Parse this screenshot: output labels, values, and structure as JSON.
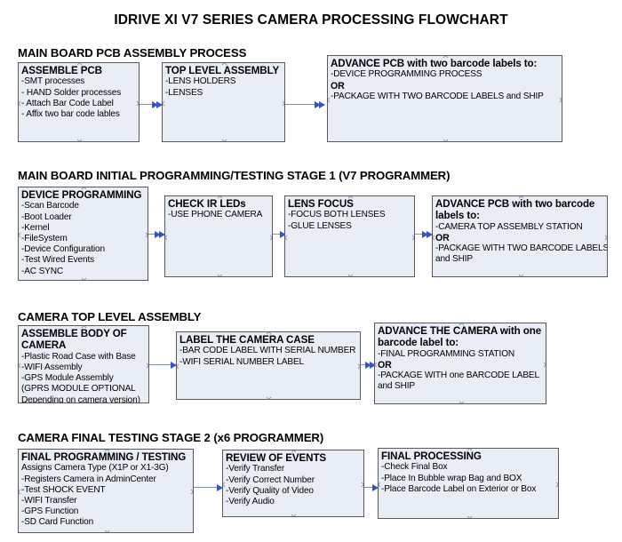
{
  "document": {
    "title": "IDRIVE XI V7 SERIES CAMERA PROCESSING FLOWCHART",
    "background_color": "#ffffff",
    "box_fill_color": "#e9eef6",
    "box_border_color": "#595959",
    "connector_color": "#7f90ad",
    "arrowhead_color": "#3355c4"
  },
  "sections": [
    {
      "heading": "MAIN BOARD PCB ASSEMBLY PROCESS",
      "boxes": [
        {
          "title": "ASSEMBLE PCB",
          "lines": [
            {
              "text": "-SMT processes",
              "bold": false
            },
            {
              "text": "- HAND Solder processes",
              "bold": false
            },
            {
              "text": "- Attach Bar Code Label",
              "bold": false
            },
            {
              "text": "- Affix two bar code lables",
              "bold": false
            }
          ]
        },
        {
          "title": "TOP LEVEL ASSEMBLY",
          "lines": [
            {
              "text": "-LENS HOLDERS",
              "bold": false
            },
            {
              "text": "-LENSES",
              "bold": false
            }
          ]
        },
        {
          "title": "ADVANCE PCB with two barcode labels to:",
          "lines": [
            {
              "text": "-DEVICE PROGRAMMING PROCESS",
              "bold": false
            },
            {
              "text": "OR",
              "bold": true
            },
            {
              "text": "-PACKAGE WITH TWO BARCODE LABELS and SHIP",
              "bold": false
            }
          ]
        }
      ]
    },
    {
      "heading": "MAIN BOARD INITIAL PROGRAMMING/TESTING STAGE 1 (V7 PROGRAMMER)",
      "boxes": [
        {
          "title": "DEVICE PROGRAMMING",
          "lines": [
            {
              "text": "-Scan Barcode",
              "bold": false
            },
            {
              "text": "-Boot Loader",
              "bold": false
            },
            {
              "text": "-Kernel",
              "bold": false
            },
            {
              "text": "-FileSystem",
              "bold": false
            },
            {
              "text": "-Device Configuration",
              "bold": false
            },
            {
              "text": "-Test Wired Events",
              "bold": false
            },
            {
              "text": "-AC SYNC",
              "bold": false
            }
          ]
        },
        {
          "title": "CHECK IR LEDs",
          "lines": [
            {
              "text": "-USE PHONE CAMERA",
              "bold": false
            }
          ]
        },
        {
          "title": "LENS FOCUS",
          "lines": [
            {
              "text": "-FOCUS BOTH LENSES",
              "bold": false
            },
            {
              "text": "-GLUE LENSES",
              "bold": false
            }
          ]
        },
        {
          "title": "ADVANCE PCB with two barcode\nlabels to:",
          "lines": [
            {
              "text": "-CAMERA TOP ASSEMBLY STATION",
              "bold": false
            },
            {
              "text": "OR",
              "bold": true
            },
            {
              "text": "-PACKAGE WITH TWO BARCODE LABELS",
              "bold": false
            },
            {
              "text": "and SHIP",
              "bold": false
            }
          ]
        }
      ]
    },
    {
      "heading": "CAMERA TOP LEVEL ASSEMBLY",
      "boxes": [
        {
          "title": "ASSEMBLE BODY OF\nCAMERA",
          "lines": [
            {
              "text": "-Plastic Road Case with Base",
              "bold": false
            },
            {
              "text": "-WIFI Assembly",
              "bold": false
            },
            {
              "text": "-GPS Module Assembly",
              "bold": false
            },
            {
              "text": "(GPRS MODULE OPTIONAL",
              "bold": false
            },
            {
              "text": "Depending on camera version)",
              "bold": false
            }
          ]
        },
        {
          "title": "LABEL THE CAMERA CASE",
          "lines": [
            {
              "text": "-BAR CODE LABEL WITH SERIAL NUMBER",
              "bold": false
            },
            {
              "text": "-WIFI SERIAL NUMBER LABEL",
              "bold": false
            }
          ]
        },
        {
          "title": "ADVANCE THE CAMERA with one\nbarcode label to:",
          "lines": [
            {
              "text": "-FINAL PROGRAMMING STATION",
              "bold": false
            },
            {
              "text": "OR",
              "bold": true
            },
            {
              "text": "-PACKAGE WITH one BARCODE LABEL",
              "bold": false
            },
            {
              "text": "and SHIP",
              "bold": false
            }
          ]
        }
      ]
    },
    {
      "heading": "CAMERA FINAL TESTING STAGE 2 (x6 PROGRAMMER)",
      "boxes": [
        {
          "title": "FINAL PROGRAMMING / TESTING",
          "lines": [
            {
              "text": "Assigns Camera Type (X1P or X1-3G)",
              "bold": false
            },
            {
              "text": "-Registers Camera in AdminCenter",
              "bold": false
            },
            {
              "text": "-Test SHOCK EVENT",
              "bold": false
            },
            {
              "text": "-WIFI Transfer",
              "bold": false
            },
            {
              "text": "-GPS Function",
              "bold": false
            },
            {
              "text": "-SD Card Function",
              "bold": false
            }
          ]
        },
        {
          "title": "REVIEW OF EVENTS",
          "lines": [
            {
              "text": "-Verify Transfer",
              "bold": false
            },
            {
              "text": "-Verify Correct Number",
              "bold": false
            },
            {
              "text": "-Verify Quality of Video",
              "bold": false
            },
            {
              "text": "-Verify Audio",
              "bold": false
            }
          ]
        },
        {
          "title": "FINAL PROCESSING",
          "lines": [
            {
              "text": " -Check Final Box",
              "bold": false
            },
            {
              "text": "-Place In Bubble wrap Bag and BOX",
              "bold": false
            },
            {
              "text": "-Place Barcode Label on Exterior or Box",
              "bold": false
            }
          ]
        }
      ]
    }
  ]
}
